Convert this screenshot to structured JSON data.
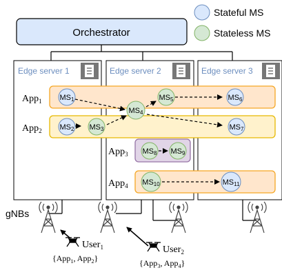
{
  "legend": {
    "stateful": {
      "label": "Stateful MS",
      "color": "#dae8fc"
    },
    "stateless": {
      "label": "Stateless MS",
      "color": "#d5e8d4"
    }
  },
  "orchestrator": {
    "label": "Orchestrator"
  },
  "edge_servers": [
    {
      "label": "Edge server 1"
    },
    {
      "label": "Edge server 2"
    },
    {
      "label": "Edge server 3"
    }
  ],
  "apps": [
    {
      "base": "App",
      "sub": "1"
    },
    {
      "base": "App",
      "sub": "2"
    },
    {
      "base": "App",
      "sub": "3"
    },
    {
      "base": "App",
      "sub": "4"
    }
  ],
  "ms": [
    {
      "base": "MS",
      "sub": "1",
      "type": "stateful"
    },
    {
      "base": "MS",
      "sub": "2",
      "type": "stateful"
    },
    {
      "base": "MS",
      "sub": "3",
      "type": "stateless"
    },
    {
      "base": "MS",
      "sub": "4",
      "type": "stateless"
    },
    {
      "base": "MS",
      "sub": "5",
      "type": "stateless"
    },
    {
      "base": "MS",
      "sub": "6",
      "type": "stateful"
    },
    {
      "base": "MS",
      "sub": "7",
      "type": "stateful"
    },
    {
      "base": "MS",
      "sub": "8",
      "type": "stateless"
    },
    {
      "base": "MS",
      "sub": "9",
      "type": "stateless"
    },
    {
      "base": "MS",
      "sub": "10",
      "type": "stateless"
    },
    {
      "base": "MS",
      "sub": "11",
      "type": "stateful"
    }
  ],
  "gnbs_label": "gNBs",
  "users": [
    {
      "base": "User",
      "sub": "1",
      "apps_text_a": "{App",
      "apps_sub_a": "1",
      "apps_mid": ", App",
      "apps_sub_b": "2",
      "apps_end": "}"
    },
    {
      "base": "User",
      "sub": "2",
      "apps_text_a": "{App",
      "apps_sub_a": "3",
      "apps_mid": ", App",
      "apps_sub_b": "4",
      "apps_end": "}"
    }
  ],
  "colors": {
    "orchestrator_fill": "#dae8fc",
    "app_fill_orange": "#ffe6cc",
    "app_border_orange": "#f5a623",
    "app_fill_yellow": "#fff2cc",
    "app_border_yellow": "#e6b800",
    "app3_fill": "#e1d5e7",
    "app3_border": "#9673a6",
    "server_border": "#6c8ebf",
    "ms_stateful": "#dae8fc",
    "ms_stateless": "#d5e8d4"
  }
}
